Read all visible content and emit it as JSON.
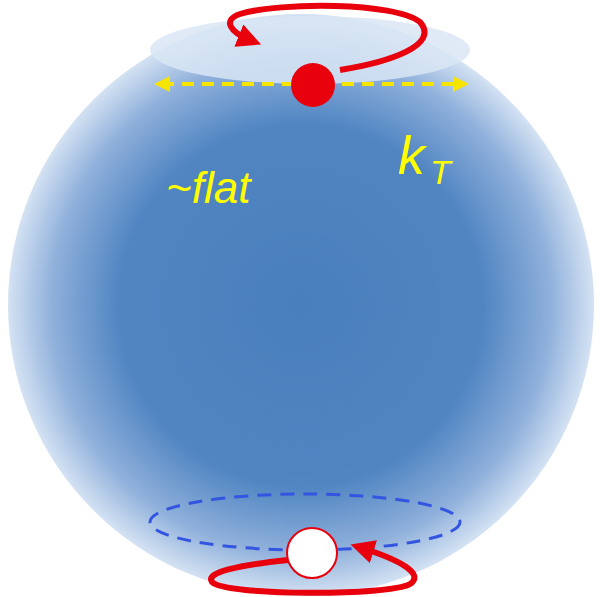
{
  "diagram": {
    "labels": [
      "~flat",
      "k",
      "T"
    ]
  }
}
